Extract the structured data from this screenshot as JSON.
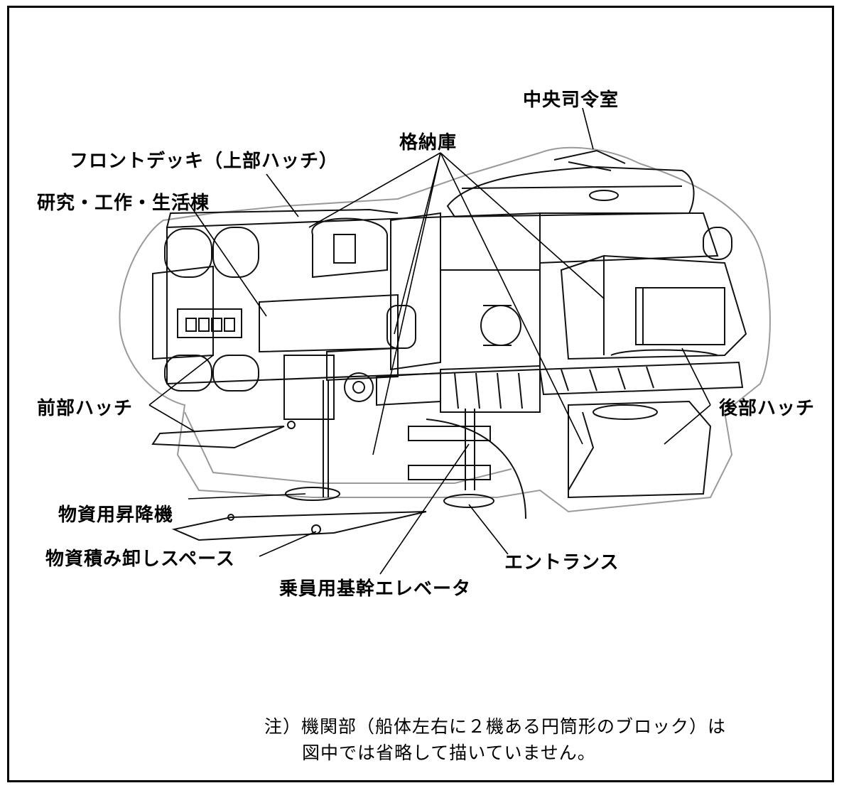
{
  "labels": {
    "central_command": "中央司令室",
    "storage": "格納庫",
    "front_deck": "フロントデッキ（上部ハッチ）",
    "research_block": "研究・工作・生活棟",
    "front_hatch": "前部ハッチ",
    "rear_hatch": "後部ハッチ",
    "cargo_lift": "物資用昇降機",
    "cargo_space": "物資積み卸しスペース",
    "entrance": "エントランス",
    "crew_elevator": "乗員用基幹エレベータ"
  },
  "note": {
    "line1": "注）機関部（船体左右に２機ある円筒形のブロック）は",
    "line2": "図中では省略して描いていません。"
  }
}
